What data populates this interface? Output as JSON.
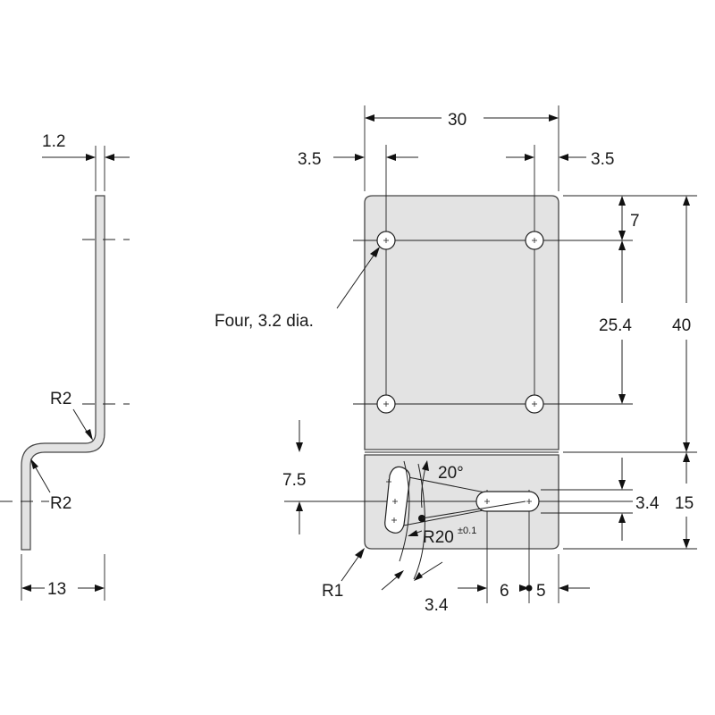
{
  "side_view": {
    "thickness": "1.2",
    "bend_radius_upper": "R2",
    "bend_radius_lower": "R2",
    "offset_width": "13"
  },
  "front_view": {
    "width": "30",
    "edge_left": "3.5",
    "edge_right": "3.5",
    "hole_top_offset": "7",
    "hole_pitch": "25.4",
    "height_upper": "40",
    "hole_callout": "Four, 3.2 dia.",
    "slot_vertical_offset": "7.5",
    "slot_angle": "20°",
    "slot_height": "3.4",
    "height_lower": "15",
    "arc_radius": "R20",
    "arc_radius_tolerance": "±0.1",
    "corner_radius": "R1",
    "arc_slot_width": "3.4",
    "slot_length": "6",
    "slot_edge_distance": "5"
  },
  "colors": {
    "part_fill": "#e3e3e3",
    "line": "#222222",
    "background": "#ffffff"
  }
}
